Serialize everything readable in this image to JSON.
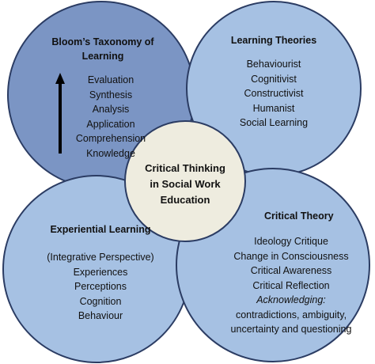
{
  "center": {
    "lines": [
      "Critical Thinking",
      "in Social Work",
      "Education"
    ]
  },
  "blooms": {
    "title_lines": [
      "Bloom’s Taxonomy of",
      "Learning"
    ],
    "items": [
      "Evaluation",
      "Synthesis",
      "Analysis",
      "Application",
      "Comprehension",
      "Knowledge"
    ]
  },
  "learning_theories": {
    "title": "Learning Theories",
    "items": [
      "Behaviourist",
      "Cognitivist",
      "Constructivist",
      "Humanist",
      "Social Learning"
    ]
  },
  "experiential": {
    "title": "Experiential Learning",
    "items": [
      "(Integrative Perspective)",
      "Experiences",
      "Perceptions",
      "Cognition",
      "Behaviour"
    ]
  },
  "critical_theory": {
    "title": "Critical Theory",
    "items": [
      "Ideology Critique",
      "Change in Consciousness",
      "Critical Awareness",
      "Critical Reflection"
    ],
    "acknowledging_label": "Acknowledging:",
    "acknowledging_lines": [
      "contradictions, ambiguity,",
      "uncertainty and questioning"
    ]
  },
  "colors": {
    "blooms_fill": "#7b95c4",
    "outer_fill": "#a6c1e3",
    "circle_stroke": "#2b3c63",
    "center_fill": "#eeecdf",
    "arrow": "#000000"
  }
}
